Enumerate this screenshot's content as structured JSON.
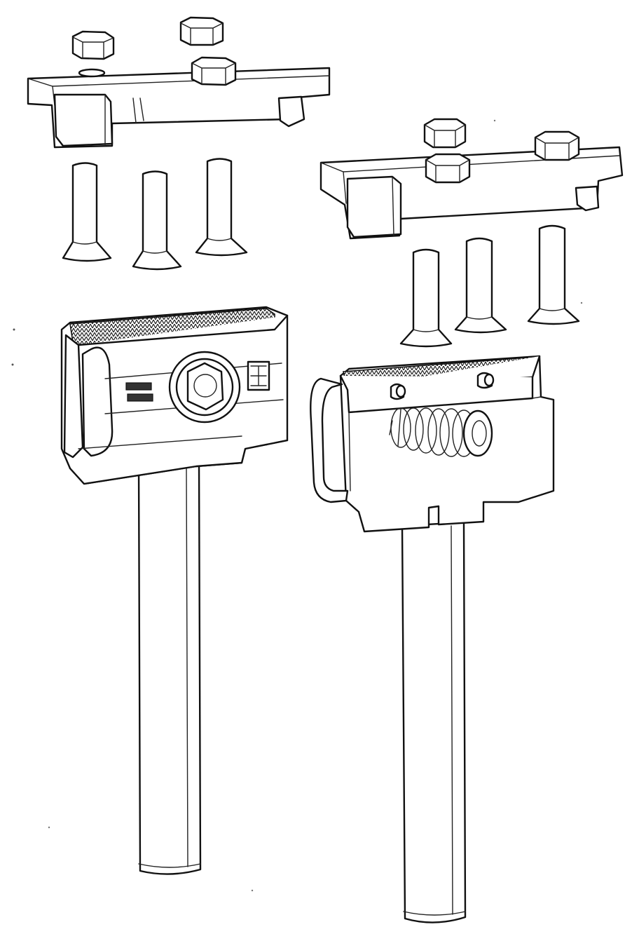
{
  "figure": {
    "type": "exploded-assembly-drawing",
    "background_color": "#ffffff",
    "line_color": "#111111",
    "assemblies": [
      {
        "name": "left-assembly",
        "parts": [
          "clamp-plate",
          "hex-nut",
          "hex-nut",
          "hex-nut",
          "countersunk-bolt",
          "countersunk-bolt",
          "countersunk-bolt",
          "clamp-body-with-hex-adjuster",
          "rod"
        ]
      },
      {
        "name": "right-assembly",
        "parts": [
          "clamp-plate",
          "hex-nut",
          "hex-nut",
          "hex-nut",
          "countersunk-bolt",
          "countersunk-bolt",
          "countersunk-bolt",
          "clamp-body-with-spring",
          "rod"
        ]
      }
    ]
  }
}
